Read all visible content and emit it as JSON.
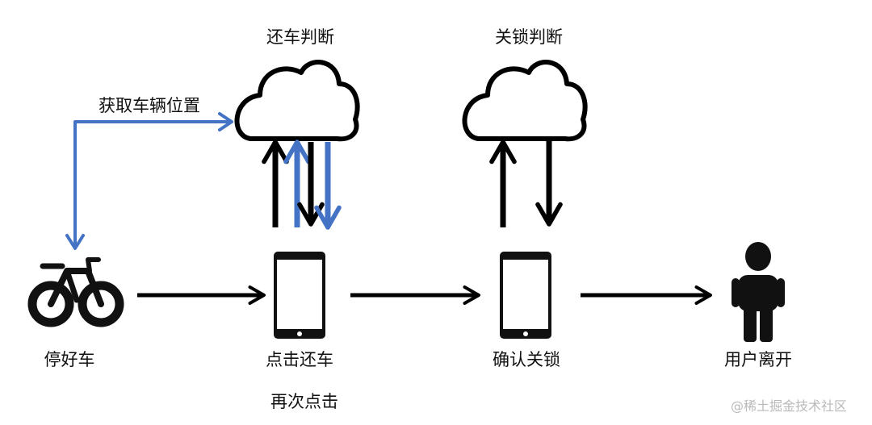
{
  "labels": {
    "cloud_left": "还车判断",
    "cloud_right": "关锁判断",
    "get_location": "获取车辆位置",
    "park": "停好车",
    "click_return": "点击还车",
    "click_again": "再次点击",
    "confirm_lock": "确认关锁",
    "user_leave": "用户离开"
  },
  "watermark": "@稀土掘金技术社区",
  "colors": {
    "black": "#000000",
    "blue": "#4472c4",
    "icon_fill": "#111111",
    "background": "#ffffff"
  }
}
